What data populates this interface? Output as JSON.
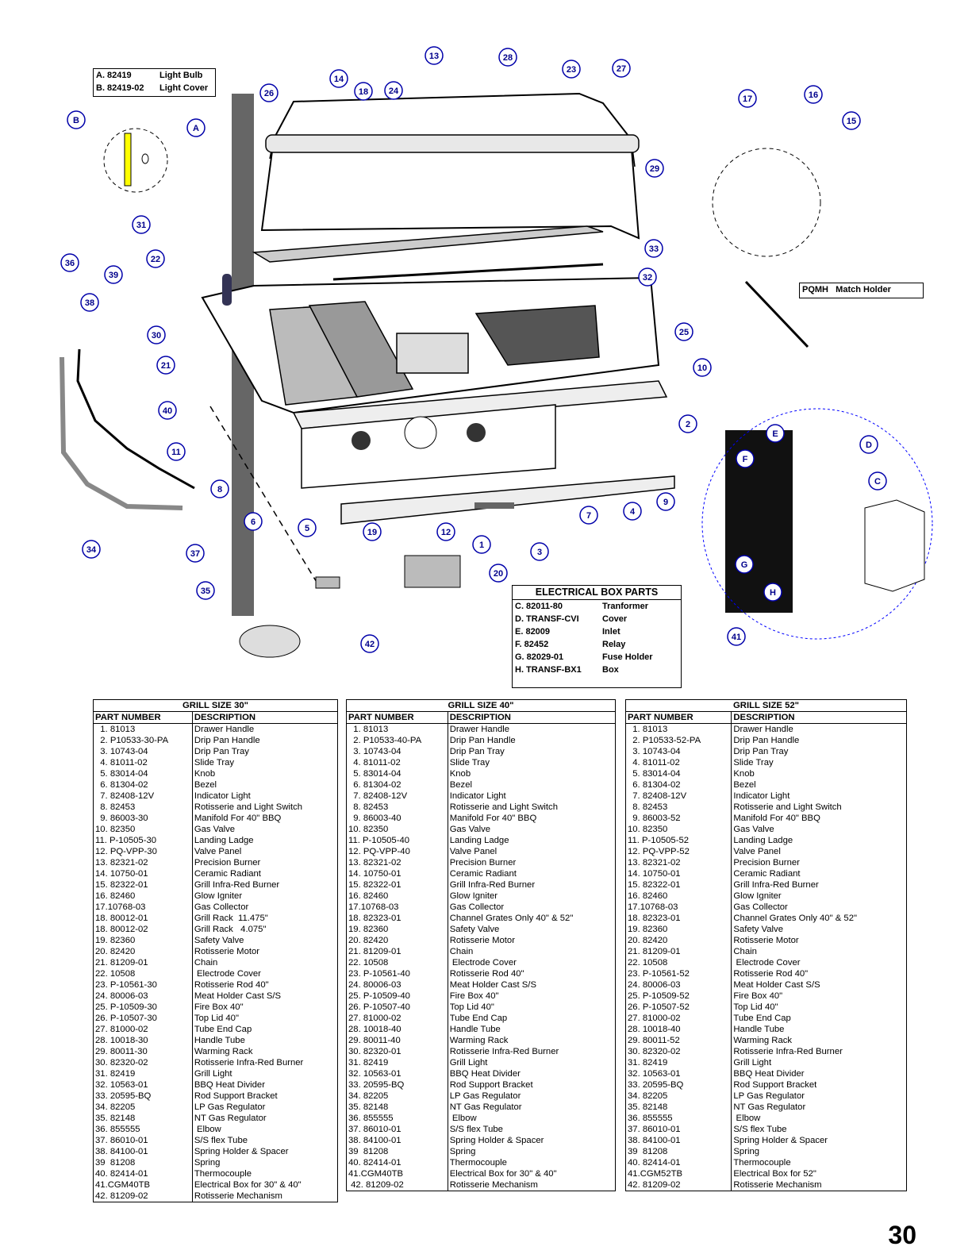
{
  "light_box": {
    "line1_code": "A. 82419",
    "line1_desc": "Light Bulb",
    "line2_code": "B. 82419-02",
    "line2_desc": "Light Cover"
  },
  "match_holder": {
    "code": "PQMH",
    "desc": "Match Holder"
  },
  "callouts": [
    "1",
    "2",
    "3",
    "4",
    "5",
    "6",
    "7",
    "8",
    "9",
    "10",
    "11",
    "12",
    "13",
    "14",
    "15",
    "16",
    "17",
    "18",
    "19",
    "20",
    "21",
    "22",
    "23",
    "24",
    "25",
    "26",
    "27",
    "28",
    "29",
    "30",
    "31",
    "32",
    "33",
    "34",
    "35",
    "36",
    "37",
    "38",
    "39",
    "40",
    "41",
    "42",
    "A",
    "B",
    "C",
    "D",
    "E",
    "F",
    "G",
    "H"
  ],
  "electrical_box": {
    "title": "ELECTRICAL BOX PARTS",
    "rows": [
      {
        "code": "C. 82011-80",
        "desc": "Tranformer"
      },
      {
        "code": "D. TRANSF-CVI",
        "desc": "Cover"
      },
      {
        "code": "E.  82009",
        "desc": "Inlet"
      },
      {
        "code": "F.  82452",
        "desc": "Relay"
      },
      {
        "code": "G.  82029-01",
        "desc": "Fuse Holder"
      },
      {
        "code": "H.  TRANSF-BX1",
        "desc": "Box"
      }
    ]
  },
  "tables": [
    {
      "title": "GRILL SIZE 30\"",
      "col_part": "PART NUMBER",
      "col_desc": "DESCRIPTION",
      "rows": [
        [
          "  1. 81013",
          "Drawer Handle"
        ],
        [
          "  2. P10533-30-PA",
          "Drip Pan Handle"
        ],
        [
          "  3. 10743-04",
          "Drip Pan Tray"
        ],
        [
          "  4. 81011-02",
          "Slide Tray"
        ],
        [
          "  5. 83014-04",
          "Knob"
        ],
        [
          "  6. 81304-02",
          "Bezel"
        ],
        [
          "  7. 82408-12V",
          "Indicator Light"
        ],
        [
          "  8. 82453",
          "Rotisserie and Light Switch"
        ],
        [
          "  9. 86003-30",
          "Manifold For 40\" BBQ"
        ],
        [
          "10. 82350",
          "Gas Valve"
        ],
        [
          "11. P-10505-30",
          "Landing Ladge"
        ],
        [
          "12. PQ-VPP-30",
          "Valve Panel"
        ],
        [
          "13. 82321-02",
          "Precision Burner"
        ],
        [
          "14. 10750-01",
          "Ceramic Radiant"
        ],
        [
          "15. 82322-01",
          "Grill Infra-Red Burner"
        ],
        [
          "16. 82460",
          "Glow Igniter"
        ],
        [
          "17.10768-03",
          "Gas Collector"
        ],
        [
          "18. 80012-01",
          "Grill Rack  11.475\""
        ],
        [
          "18. 80012-02",
          "Grill Rack   4.075\""
        ],
        [
          "19. 82360",
          "Safety Valve"
        ],
        [
          "20. 82420",
          "Rotisserie Motor"
        ],
        [
          "21. 81209-01",
          "Chain"
        ],
        [
          "22. 10508",
          " Electrode Cover"
        ],
        [
          "23. P-10561-30",
          "Rotisserie Rod 40\""
        ],
        [
          "24. 80006-03",
          "Meat Holder Cast S/S"
        ],
        [
          "25. P-10509-30",
          "Fire Box 40\""
        ],
        [
          "26. P-10507-30",
          "Top Lid 40\""
        ],
        [
          "27. 81000-02",
          "Tube End Cap"
        ],
        [
          "28. 10018-30",
          "Handle Tube"
        ],
        [
          "29. 80011-30",
          "Warming Rack"
        ],
        [
          "30. 82320-02",
          "Rotisserie Infra-Red Burner"
        ],
        [
          "31. 82419",
          "Grill Light"
        ],
        [
          "32. 10563-01",
          "BBQ Heat Divider"
        ],
        [
          "33. 20595-BQ",
          "Rod Support Bracket"
        ],
        [
          "34. 82205",
          "LP Gas Regulator"
        ],
        [
          "35. 82148",
          "NT Gas Regulator"
        ],
        [
          "36. 855555",
          " Elbow"
        ],
        [
          "37. 86010-01",
          "S/S flex Tube"
        ],
        [
          "38. 84100-01",
          "Spring Holder & Spacer"
        ],
        [
          "39  81208",
          "Spring"
        ],
        [
          "40. 82414-01",
          "Thermocouple"
        ],
        [
          "41.CGM40TB",
          "Electrical Box for 30\" & 40\""
        ],
        [
          "42. 81209-02",
          "Rotisserie Mechanism"
        ]
      ]
    },
    {
      "title": "GRILL SIZE 40\"",
      "col_part": "PART NUMBER",
      "col_desc": "DESCRIPTION",
      "rows": [
        [
          "  1. 81013",
          "Drawer Handle"
        ],
        [
          "  2. P10533-40-PA",
          "Drip Pan Handle"
        ],
        [
          "  3. 10743-04",
          "Drip Pan Tray"
        ],
        [
          "  4. 81011-02",
          "Slide Tray"
        ],
        [
          "  5. 83014-04",
          "Knob"
        ],
        [
          "  6. 81304-02",
          "Bezel"
        ],
        [
          "  7. 82408-12V",
          "Indicator Light"
        ],
        [
          "  8. 82453",
          "Rotisserie and Light Switch"
        ],
        [
          "  9. 86003-40",
          "Manifold For 40\" BBQ"
        ],
        [
          "10. 82350",
          "Gas Valve"
        ],
        [
          "11. P-10505-40",
          "Landing Ladge"
        ],
        [
          "12. PQ-VPP-40",
          "Valve Panel"
        ],
        [
          "13. 82321-02",
          "Precision Burner"
        ],
        [
          "14. 10750-01",
          "Ceramic Radiant"
        ],
        [
          "15. 82322-01",
          "Grill Infra-Red Burner"
        ],
        [
          "16. 82460",
          "Glow Igniter"
        ],
        [
          "17.10768-03",
          "Gas Collector"
        ],
        [
          "18. 82323-01",
          "Channel Grates Only 40\" & 52\""
        ],
        [
          "19. 82360",
          "Safety Valve"
        ],
        [
          "20. 82420",
          "Rotisserie Motor"
        ],
        [
          "21. 81209-01",
          "Chain"
        ],
        [
          "22. 10508",
          " Electrode Cover"
        ],
        [
          "23. P-10561-40",
          "Rotisserie Rod 40\""
        ],
        [
          "24. 80006-03",
          "Meat Holder Cast S/S"
        ],
        [
          "25. P-10509-40",
          "Fire Box 40\""
        ],
        [
          "26. P-10507-40",
          "Top Lid 40\""
        ],
        [
          "27. 81000-02",
          "Tube End Cap"
        ],
        [
          "28. 10018-40",
          "Handle Tube"
        ],
        [
          "29. 80011-40",
          "Warming Rack"
        ],
        [
          "30. 82320-01",
          "Rotisserie Infra-Red Burner"
        ],
        [
          "31. 82419",
          "Grill Light"
        ],
        [
          "32. 10563-01",
          "BBQ Heat Divider"
        ],
        [
          "33. 20595-BQ",
          "Rod Support Bracket"
        ],
        [
          "34. 82205",
          "LP Gas Regulator"
        ],
        [
          "35. 82148",
          "NT Gas Regulator"
        ],
        [
          "36. 855555",
          " Elbow"
        ],
        [
          "37. 86010-01",
          "S/S flex Tube"
        ],
        [
          "38. 84100-01",
          "Spring Holder & Spacer"
        ],
        [
          "39  81208",
          "Spring"
        ],
        [
          "40. 82414-01",
          "Thermocouple"
        ],
        [
          "41.CGM40TB",
          "Electrical Box for 30\" & 40\""
        ],
        [
          " 42. 81209-02",
          "Rotisserie Mechanism"
        ]
      ]
    },
    {
      "title": "GRILL SIZE 52\"",
      "col_part": "PART NUMBER",
      "col_desc": "DESCRIPTION",
      "rows": [
        [
          "  1. 81013",
          "Drawer Handle"
        ],
        [
          "  2. P10533-52-PA",
          "Drip Pan Handle"
        ],
        [
          "  3. 10743-04",
          "Drip Pan Tray"
        ],
        [
          "  4. 81011-02",
          "Slide Tray"
        ],
        [
          "  5. 83014-04",
          "Knob"
        ],
        [
          "  6. 81304-02",
          "Bezel"
        ],
        [
          "  7. 82408-12V",
          "Indicator Light"
        ],
        [
          "  8. 82453",
          "Rotisserie and Light Switch"
        ],
        [
          "  9. 86003-52",
          "Manifold For 40\" BBQ"
        ],
        [
          "10. 82350",
          "Gas Valve"
        ],
        [
          "11. P-10505-52",
          "Landing Ladge"
        ],
        [
          "12. PQ-VPP-52",
          "Valve Panel"
        ],
        [
          "13. 82321-02",
          "Precision Burner"
        ],
        [
          "14. 10750-01",
          "Ceramic Radiant"
        ],
        [
          "15. 82322-01",
          "Grill Infra-Red Burner"
        ],
        [
          "16. 82460",
          "Glow Igniter"
        ],
        [
          "17.10768-03",
          "Gas Collector"
        ],
        [
          "18. 82323-01",
          "Channel Grates Only 40\" & 52\""
        ],
        [
          "19. 82360",
          "Safety Valve"
        ],
        [
          "20. 82420",
          "Rotisserie Motor"
        ],
        [
          "21. 81209-01",
          "Chain"
        ],
        [
          "22. 10508",
          " Electrode Cover"
        ],
        [
          "23. P-10561-52",
          "Rotisserie Rod 40\""
        ],
        [
          "24. 80006-03",
          "Meat Holder Cast S/S"
        ],
        [
          "25. P-10509-52",
          "Fire Box 40\""
        ],
        [
          "26. P-10507-52",
          "Top Lid 40\""
        ],
        [
          "27. 81000-02",
          "Tube End Cap"
        ],
        [
          "28. 10018-40",
          "Handle Tube"
        ],
        [
          "29. 80011-52",
          "Warming Rack"
        ],
        [
          "30. 82320-02",
          "Rotisserie Infra-Red Burner"
        ],
        [
          "31. 82419",
          "Grill Light"
        ],
        [
          "32. 10563-01",
          "BBQ Heat Divider"
        ],
        [
          "33. 20595-BQ",
          "Rod Support Bracket"
        ],
        [
          "34. 82205",
          "LP Gas Regulator"
        ],
        [
          "35. 82148",
          "NT Gas Regulator"
        ],
        [
          "36. 855555",
          " Elbow"
        ],
        [
          "37. 86010-01",
          "S/S flex Tube"
        ],
        [
          "38. 84100-01",
          "Spring Holder & Spacer"
        ],
        [
          "39  81208",
          "Spring"
        ],
        [
          "40. 82414-01",
          "Thermocouple"
        ],
        [
          "41.CGM52TB",
          "Electrical Box for 52\""
        ],
        [
          "42. 81209-02",
          "Rotisserie Mechanism"
        ]
      ]
    }
  ],
  "page_number": "30"
}
